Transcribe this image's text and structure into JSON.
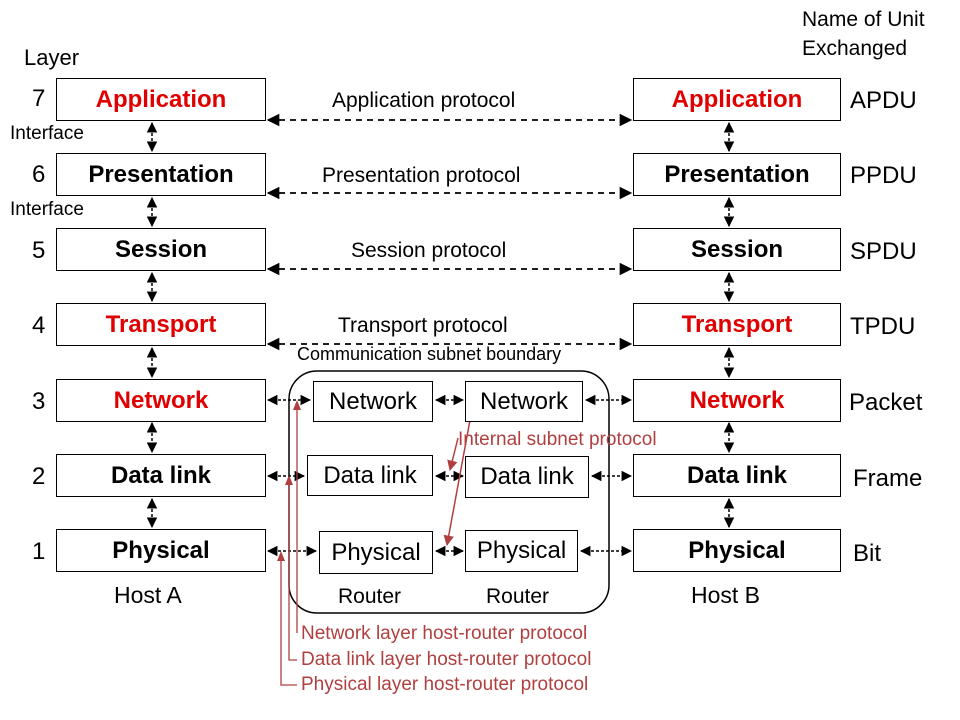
{
  "header": {
    "layer_title": "Layer",
    "unit_title_line1": "Name of Unit",
    "unit_title_line2": "Exchanged",
    "interface_label": "Interface"
  },
  "layers": [
    {
      "number": "7",
      "name": "Application",
      "protocol": "Application protocol",
      "unit": "APDU",
      "highlight": true
    },
    {
      "number": "6",
      "name": "Presentation",
      "protocol": "Presentation protocol",
      "unit": "PPDU",
      "highlight": false
    },
    {
      "number": "5",
      "name": "Session",
      "protocol": "Session protocol",
      "unit": "SPDU",
      "highlight": false
    },
    {
      "number": "4",
      "name": "Transport",
      "protocol": "Transport protocol",
      "unit": "TPDU",
      "highlight": true
    },
    {
      "number": "3",
      "name": "Network",
      "unit": "Packet",
      "highlight": true
    },
    {
      "number": "2",
      "name": "Data link",
      "unit": "Frame",
      "highlight": false
    },
    {
      "number": "1",
      "name": "Physical",
      "unit": "Bit",
      "highlight": false
    }
  ],
  "hosts": {
    "left": "Host A",
    "right": "Host B"
  },
  "subnet": {
    "boundary_label": "Communication subnet boundary",
    "internal_protocol": "Internal subnet protocol",
    "router_label": "Router",
    "router_layers": [
      "Network",
      "Data link",
      "Physical"
    ]
  },
  "host_router_protocols": [
    "Network layer host-router protocol",
    "Data link layer host-router protocol",
    "Physical layer host-router protocol"
  ],
  "colors": {
    "highlight": "#e00000",
    "annotation": "#b04040",
    "line": "#000000"
  }
}
